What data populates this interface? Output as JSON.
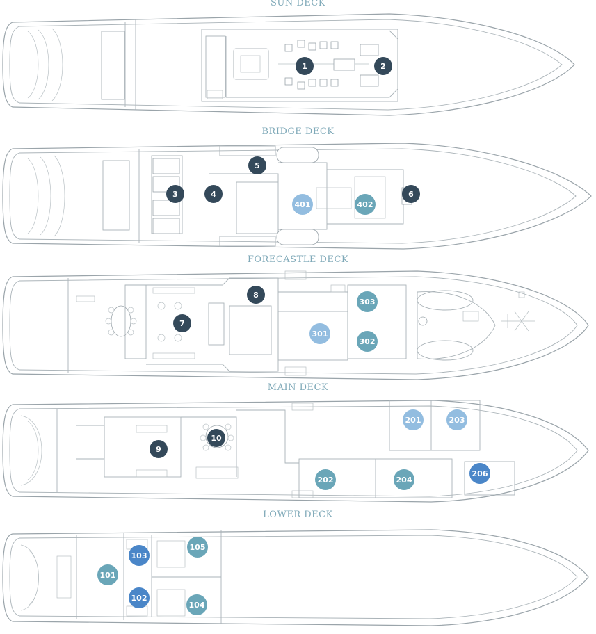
{
  "decks": [
    {
      "key": "sun",
      "title": "SUN DECK"
    },
    {
      "key": "bridge",
      "title": "BRIDGE DECK"
    },
    {
      "key": "forecastle",
      "title": "FORECASTLE DECK"
    },
    {
      "key": "main",
      "title": "MAIN DECK"
    },
    {
      "key": "lower",
      "title": "LOWER DECK"
    }
  ],
  "colors": {
    "dark": "#34495a",
    "teal": "#6aa6b8",
    "light": "#93bde0",
    "blue": "#4a86c8",
    "title": "#7fa9b8"
  },
  "markers": [
    {
      "id": "m1",
      "label": "1",
      "style": "dark"
    },
    {
      "id": "m2",
      "label": "2",
      "style": "dark"
    },
    {
      "id": "m3",
      "label": "3",
      "style": "dark"
    },
    {
      "id": "m4",
      "label": "4",
      "style": "dark"
    },
    {
      "id": "m5",
      "label": "5",
      "style": "dark"
    },
    {
      "id": "m6",
      "label": "6",
      "style": "dark"
    },
    {
      "id": "m401",
      "label": "401",
      "style": "light"
    },
    {
      "id": "m402",
      "label": "402",
      "style": "teal"
    },
    {
      "id": "m7",
      "label": "7",
      "style": "dark"
    },
    {
      "id": "m8",
      "label": "8",
      "style": "dark"
    },
    {
      "id": "m303",
      "label": "303",
      "style": "teal"
    },
    {
      "id": "m301",
      "label": "301",
      "style": "light"
    },
    {
      "id": "m302",
      "label": "302",
      "style": "teal"
    },
    {
      "id": "m9",
      "label": "9",
      "style": "dark"
    },
    {
      "id": "m10",
      "label": "10",
      "style": "dark"
    },
    {
      "id": "m201",
      "label": "201",
      "style": "light"
    },
    {
      "id": "m203",
      "label": "203",
      "style": "light"
    },
    {
      "id": "m202",
      "label": "202",
      "style": "teal"
    },
    {
      "id": "m204",
      "label": "204",
      "style": "teal"
    },
    {
      "id": "m206",
      "label": "206",
      "style": "blue"
    },
    {
      "id": "m103",
      "label": "103",
      "style": "blue"
    },
    {
      "id": "m105",
      "label": "105",
      "style": "teal"
    },
    {
      "id": "m101",
      "label": "101",
      "style": "teal"
    },
    {
      "id": "m102",
      "label": "102",
      "style": "blue"
    },
    {
      "id": "m104",
      "label": "104",
      "style": "teal"
    }
  ]
}
